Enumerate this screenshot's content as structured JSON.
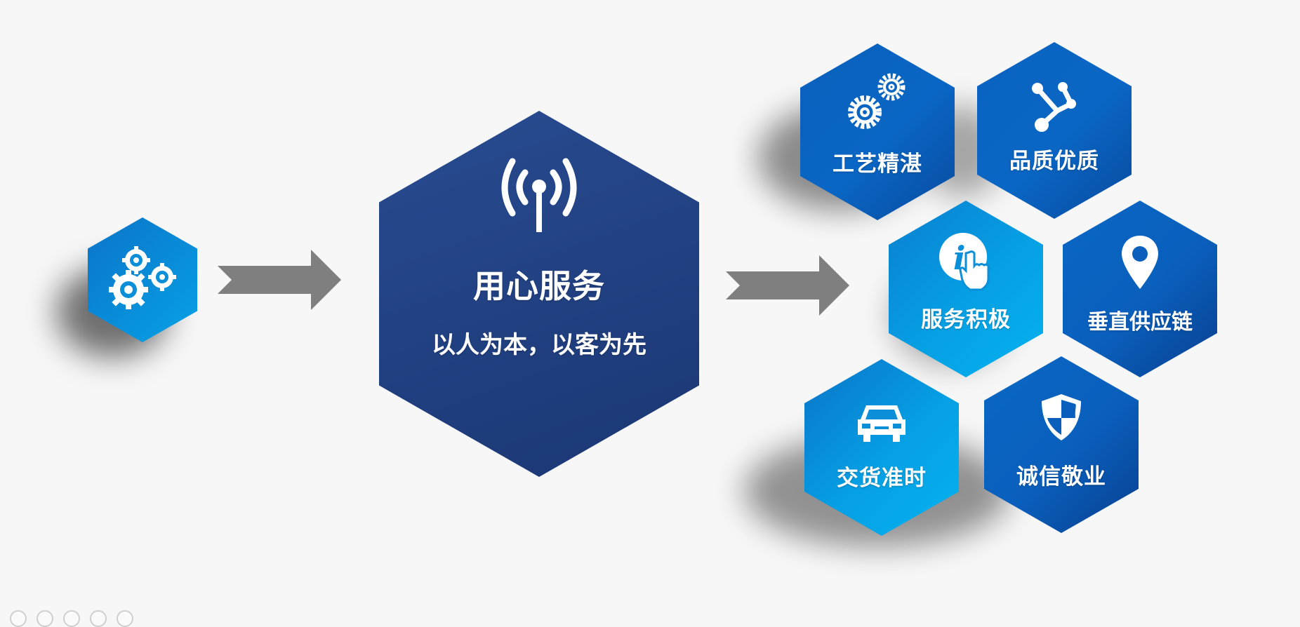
{
  "center": {
    "title": "用心服务",
    "subtitle": "以人为本，以客为先",
    "icon": "signal-tower-icon"
  },
  "source": {
    "icon": "gears-icon"
  },
  "features": [
    {
      "label": "工艺精湛",
      "icon": "gears-icon"
    },
    {
      "label": "品质优质",
      "icon": "share-nodes-icon"
    },
    {
      "label": "服务积极",
      "icon": "info-touch-icon"
    },
    {
      "label": "垂直供应链",
      "icon": "location-pin-icon"
    },
    {
      "label": "交货准时",
      "icon": "car-icon"
    },
    {
      "label": "诚信敬业",
      "icon": "shield-icon"
    }
  ],
  "colors": {
    "navy": "#213f80",
    "blue": "#0a63bd",
    "cyan": "#05a6e6",
    "arrow": "#7f7f7f",
    "background": "#f7f7f7"
  }
}
